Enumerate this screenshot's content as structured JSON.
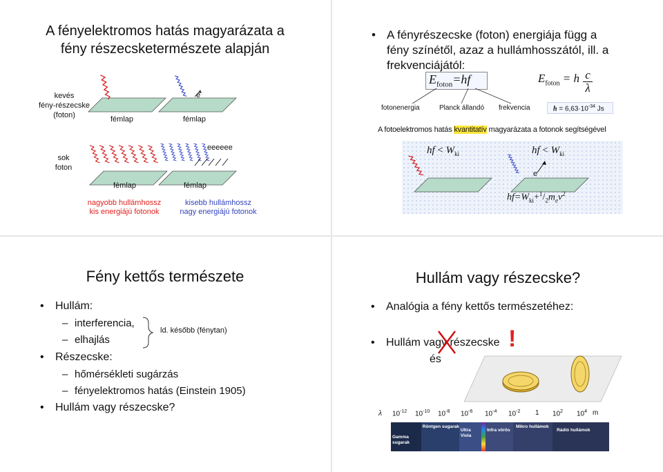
{
  "slide1": {
    "title_line1": "A fényelektromos hatás magyarázata a",
    "title_line2": "fény részecsketermészete alapján",
    "keves_line1": "kevés",
    "keves_line2": "fény-részecske",
    "keves_line3": "(foton)",
    "femlap": "fémlap",
    "electron": "e",
    "eeeeee": "eeeeee",
    "sok_line1": "sok",
    "sok_line2": "foton",
    "left_caption_line1": "nagyobb hullámhossz",
    "left_caption_line2": "kis energiájú fotonok",
    "right_caption_line1": "kisebb hullámhossz",
    "right_caption_line2": "nagy energiájú fotonok"
  },
  "slide2": {
    "line1": "A fényrészecske (foton) energiája függ a",
    "line2": "fény színétől, azaz a hullámhosszától, ill. a",
    "line3": "frekvenciájától:",
    "formula_E": "E",
    "formula_sub": "foton",
    "formula_rhs": "=hf",
    "formula2_eq": "= h",
    "formula2_c": "c",
    "formula2_lambda": "λ",
    "label_fotonenergia": "fotonenergia",
    "label_planck": "Planck állandó",
    "label_frekvencia": "frekvencia",
    "label_h": "h",
    "label_h_value": " = 6,63·10",
    "label_h_exp": "-34",
    "label_h_unit": " Js",
    "explain_before": "A fotoelektromos hatás ",
    "explain_highlight": "kvantitatív",
    "explain_after": " magyarázata a fotonok segítségével",
    "hf": "hf",
    "lt": " < ",
    "W": "W",
    "ki": "ki",
    "electron": "e",
    "bottom_hf": "hf=W",
    "bottom_plus": "+",
    "bottom_half": "1",
    "bottom_half_den": "2",
    "bottom_m": "m",
    "bottom_e": "e",
    "bottom_v": "v",
    "bottom_sq": "2"
  },
  "slide3": {
    "title": "Fény kettős természete",
    "b1": "Hullám:",
    "d1": "interferencia,",
    "d2": "elhajlás",
    "brace_note": "ld. később (fénytan)",
    "b2": "Részecske:",
    "d3": "hőmérsékleti sugárzás",
    "d4": "fényelektromos hatás (Einstein 1905)",
    "b3": "Hullám vagy részecske?"
  },
  "slide4": {
    "title": "Hullám vagy részecske?",
    "b1": "Analógia a fény kettős természetéhez:",
    "b2": "Hullám vagy részecske",
    "exclaim": "!",
    "es": "és",
    "lambda": "λ",
    "scale_exps": [
      "-12",
      "-10",
      "-8",
      "-6",
      "-4",
      "-2"
    ],
    "scale_base": "10",
    "scale_one": "1",
    "scale_e2": "2",
    "scale_e4": "4",
    "scale_unit": "m",
    "bands": [
      {
        "label": "Gamma sugarak",
        "color": "#1c2a4a"
      },
      {
        "label": "Röntgen sugarak",
        "color": "#2a3f6b"
      },
      {
        "label": "Ultra Viola",
        "color": "#3b4f86"
      },
      {
        "label": "Infra vörös",
        "color": "#3e4a7a"
      },
      {
        "label": "Mikro hullámok",
        "color": "#34406a"
      },
      {
        "label": "Rádió hullámok",
        "color": "#2a3456"
      }
    ]
  }
}
